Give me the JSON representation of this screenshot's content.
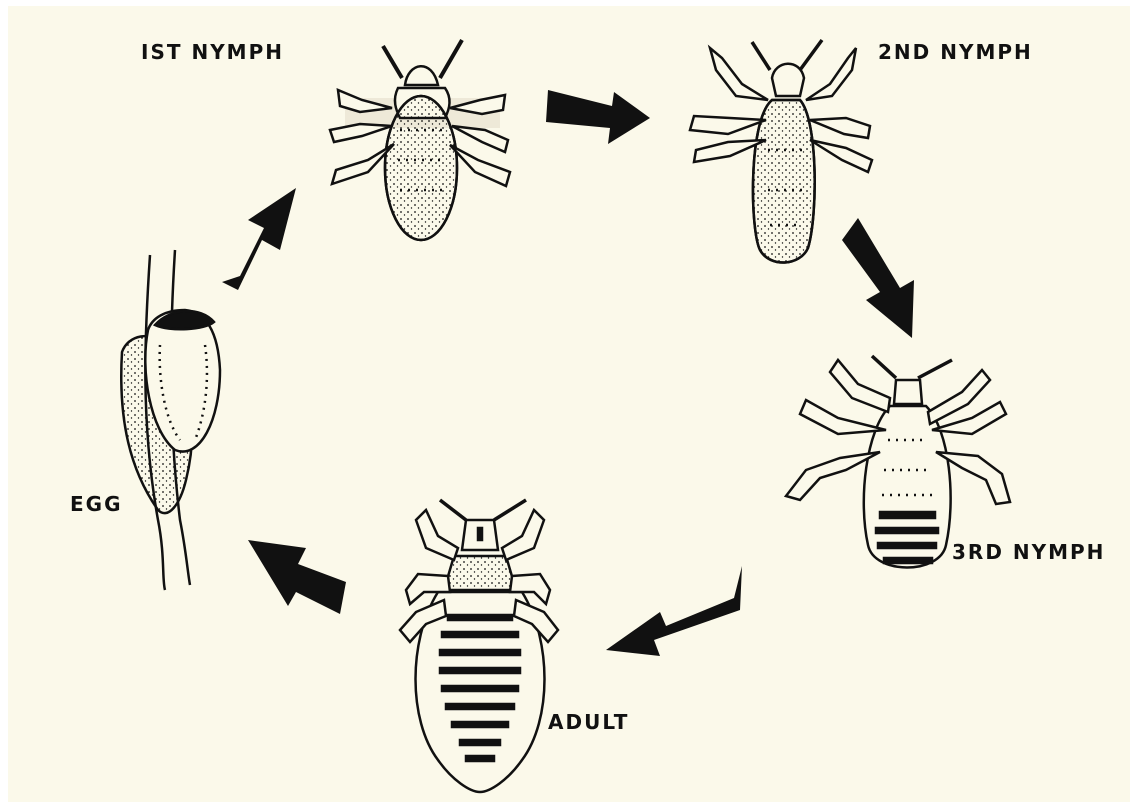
{
  "diagram": {
    "stages": [
      {
        "id": "egg",
        "label": "EGG"
      },
      {
        "id": "first-nymph",
        "label": "IST NYMPH"
      },
      {
        "id": "second-nymph",
        "label": "2ND NYMPH"
      },
      {
        "id": "third-nymph",
        "label": "3RD NYMPH"
      },
      {
        "id": "adult",
        "label": "ADULT"
      }
    ],
    "colors": {
      "paper": "#fbf9ea",
      "ink": "#111111"
    }
  }
}
